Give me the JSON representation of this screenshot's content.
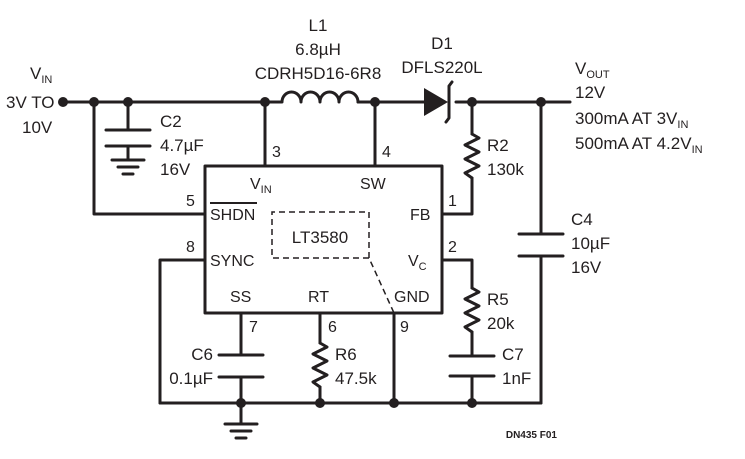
{
  "vin": {
    "name": "V",
    "sub": "IN",
    "range_line1": "3V TO",
    "range_line2": "10V"
  },
  "vout": {
    "name": "V",
    "sub": "OUT",
    "voltage": "12V",
    "load1": "300mA AT 3V",
    "load1_sub": "IN",
    "load2": "500mA AT 4.2V",
    "load2_sub": "IN"
  },
  "L1": {
    "ref": "L1",
    "value": "6.8µH",
    "part": "CDRH5D16-6R8"
  },
  "D1": {
    "ref": "D1",
    "part": "DFLS220L"
  },
  "C2": {
    "ref": "C2",
    "value": "4.7µF",
    "voltage": "16V"
  },
  "C4": {
    "ref": "C4",
    "value": "10µF",
    "voltage": "16V"
  },
  "C6": {
    "ref": "C6",
    "value": "0.1µF"
  },
  "C7": {
    "ref": "C7",
    "value": "1nF"
  },
  "R2": {
    "ref": "R2",
    "value": "130k"
  },
  "R5": {
    "ref": "R5",
    "value": "20k"
  },
  "R6": {
    "ref": "R6",
    "value": "47.5k"
  },
  "ic": {
    "name": "LT3580",
    "pins": {
      "vin": {
        "label": "V",
        "sub": "IN",
        "num": "3"
      },
      "sw": {
        "label": "SW",
        "num": "4"
      },
      "shdn": {
        "label": "SHDN",
        "num": "5"
      },
      "fb": {
        "label": "FB",
        "num": "1"
      },
      "sync": {
        "label": "SYNC",
        "num": "8"
      },
      "vc": {
        "label": "V",
        "sub": "C",
        "num": "2"
      },
      "ss": {
        "label": "SS",
        "num": "7"
      },
      "rt": {
        "label": "RT",
        "num": "6"
      },
      "gnd": {
        "label": "GND",
        "num": "9"
      }
    }
  },
  "figure_id": "DN435 F01"
}
